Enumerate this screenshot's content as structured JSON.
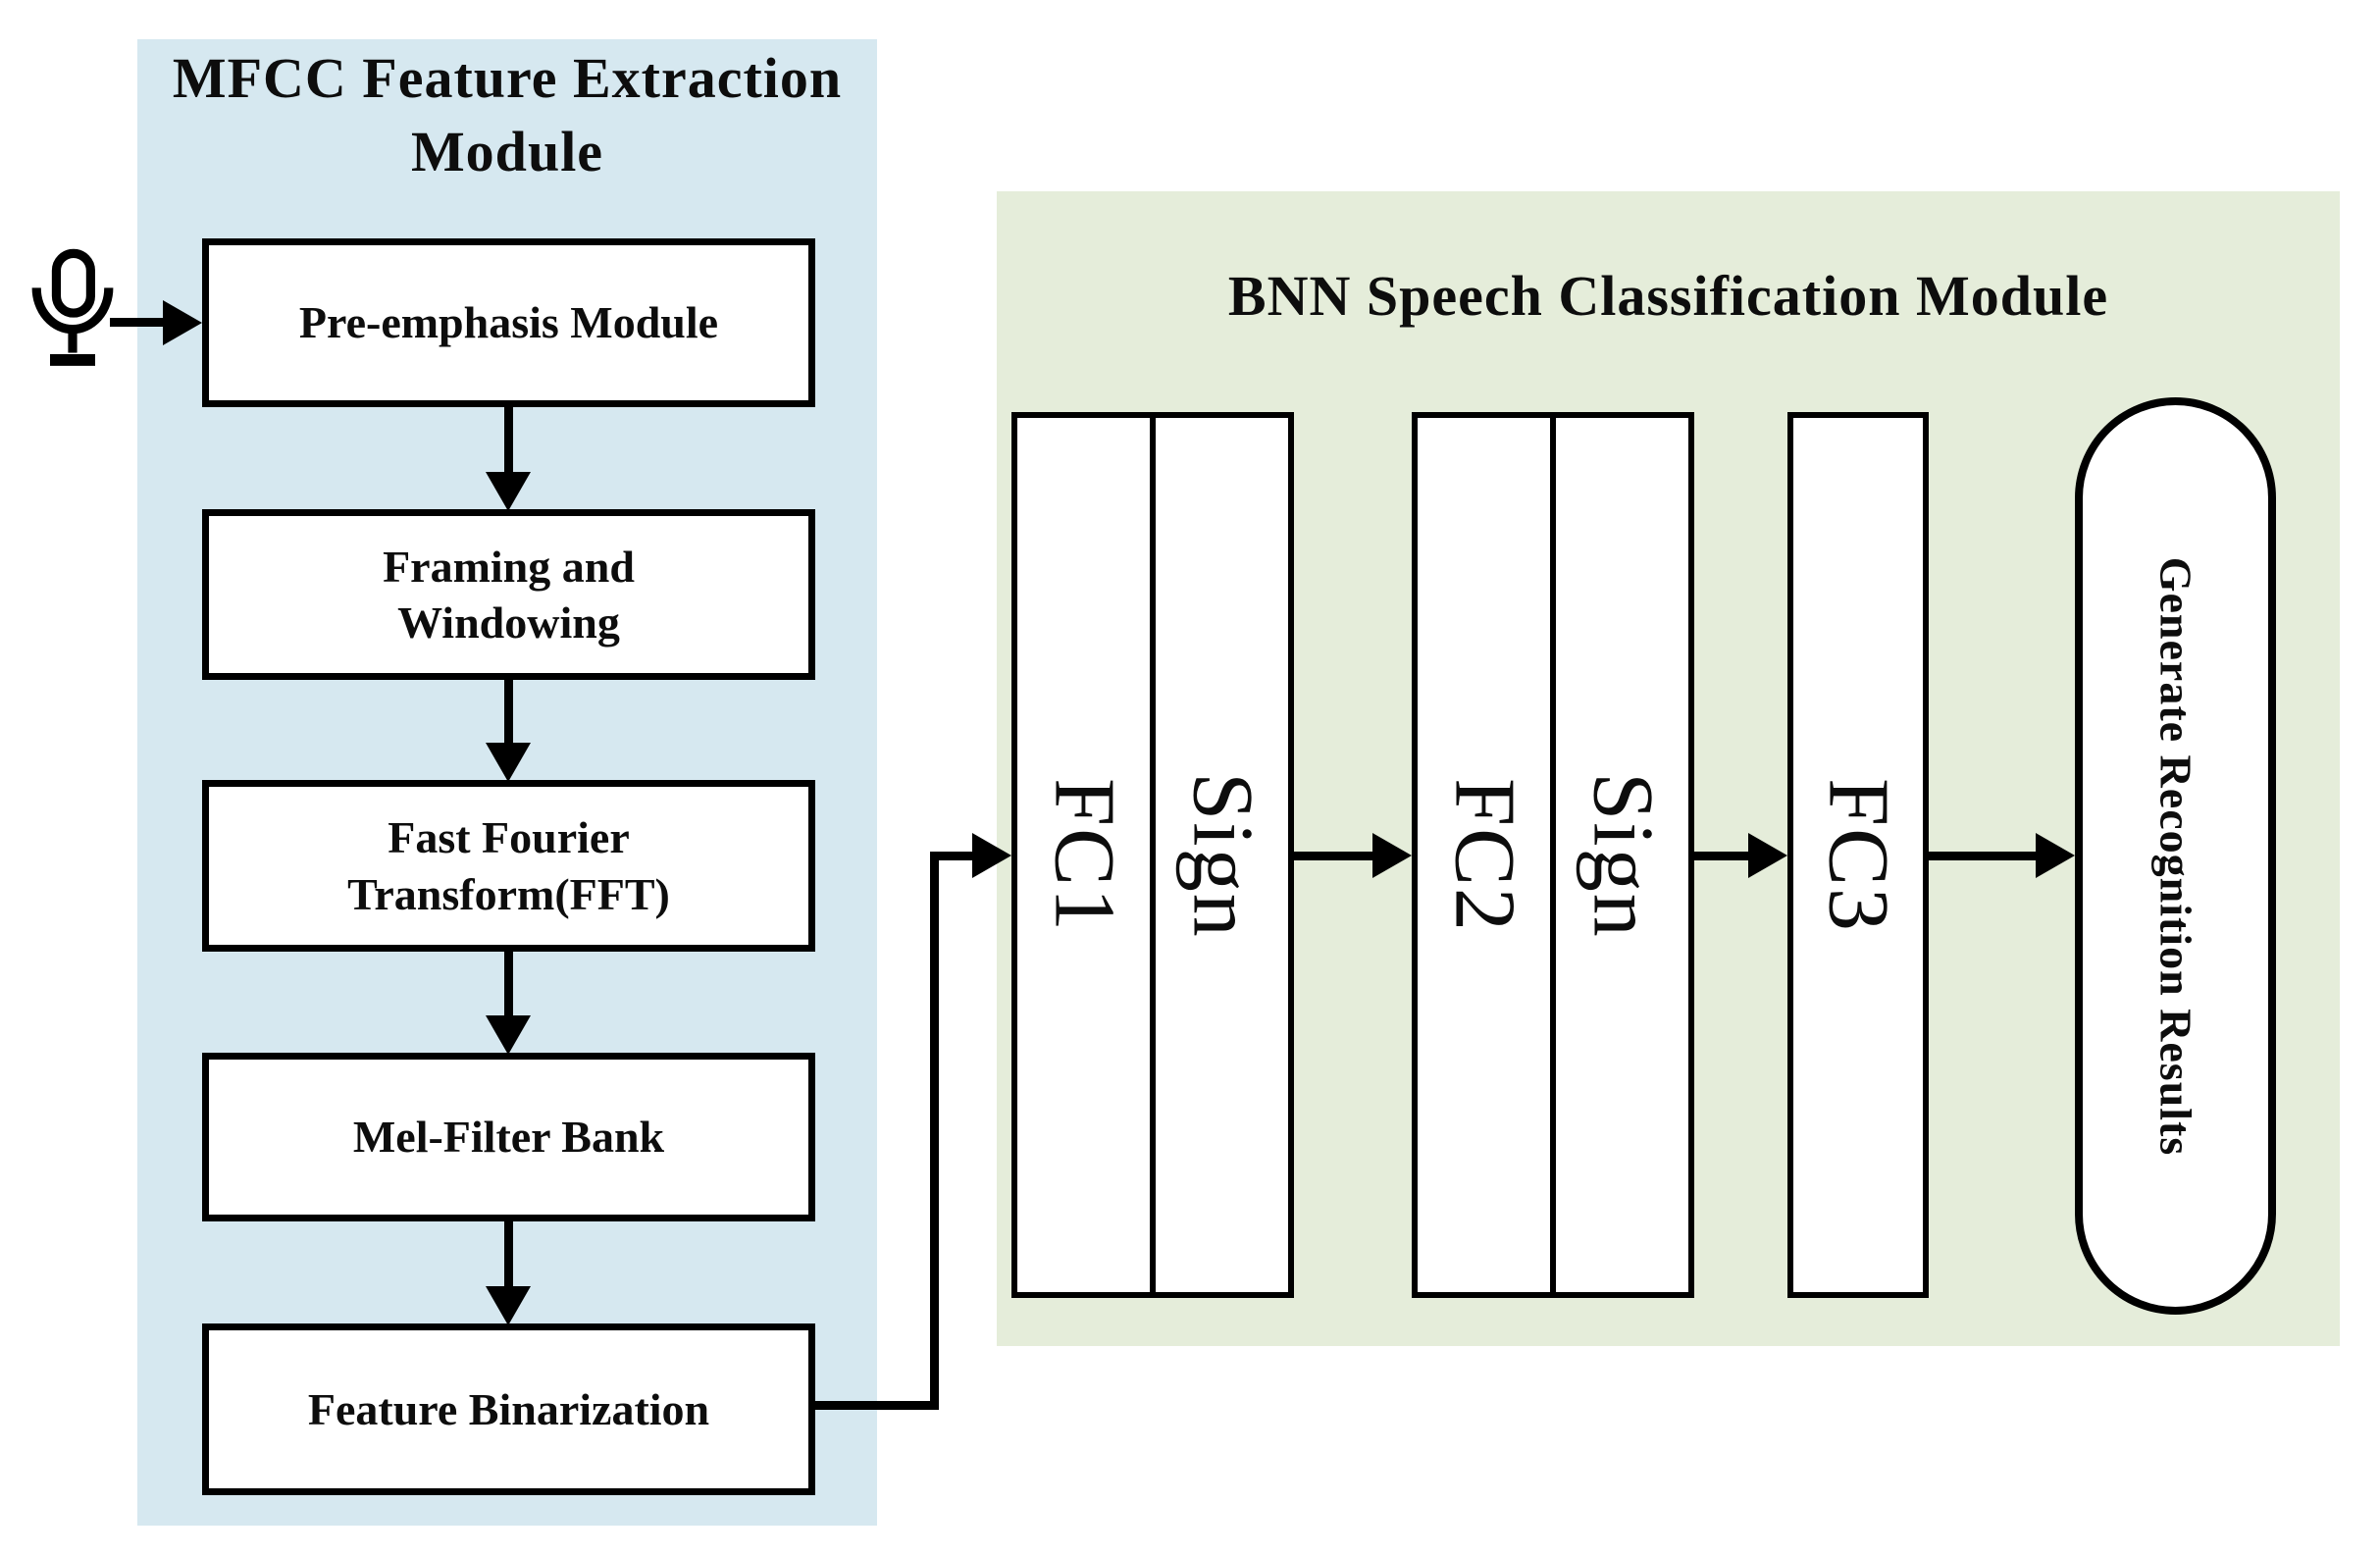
{
  "colors": {
    "page_bg": "#ffffff",
    "mfcc_bg": "#d6e8f0",
    "bnn_bg": "#e5edda",
    "node_bg": "#ffffff",
    "line": "#000000",
    "ink": "#0d0d0d"
  },
  "mfcc_module": {
    "title": "MFCC Feature Extraction\nModule",
    "input_icon": "microphone",
    "boxes": [
      {
        "label": "Pre-emphasis Module"
      },
      {
        "label": "Framing and\nWindowing"
      },
      {
        "label": "Fast Fourier\nTransform(FFT)"
      },
      {
        "label": "Mel-Filter Bank"
      },
      {
        "label": "Feature Binarization"
      }
    ]
  },
  "bnn_module": {
    "title": "BNN Speech Classification Module",
    "layers": [
      {
        "label": "FC1"
      },
      {
        "label": "Sign"
      },
      {
        "label": "FC2"
      },
      {
        "label": "Sign"
      },
      {
        "label": "FC3"
      }
    ],
    "output": {
      "label": "Generate Recognition Results"
    }
  }
}
